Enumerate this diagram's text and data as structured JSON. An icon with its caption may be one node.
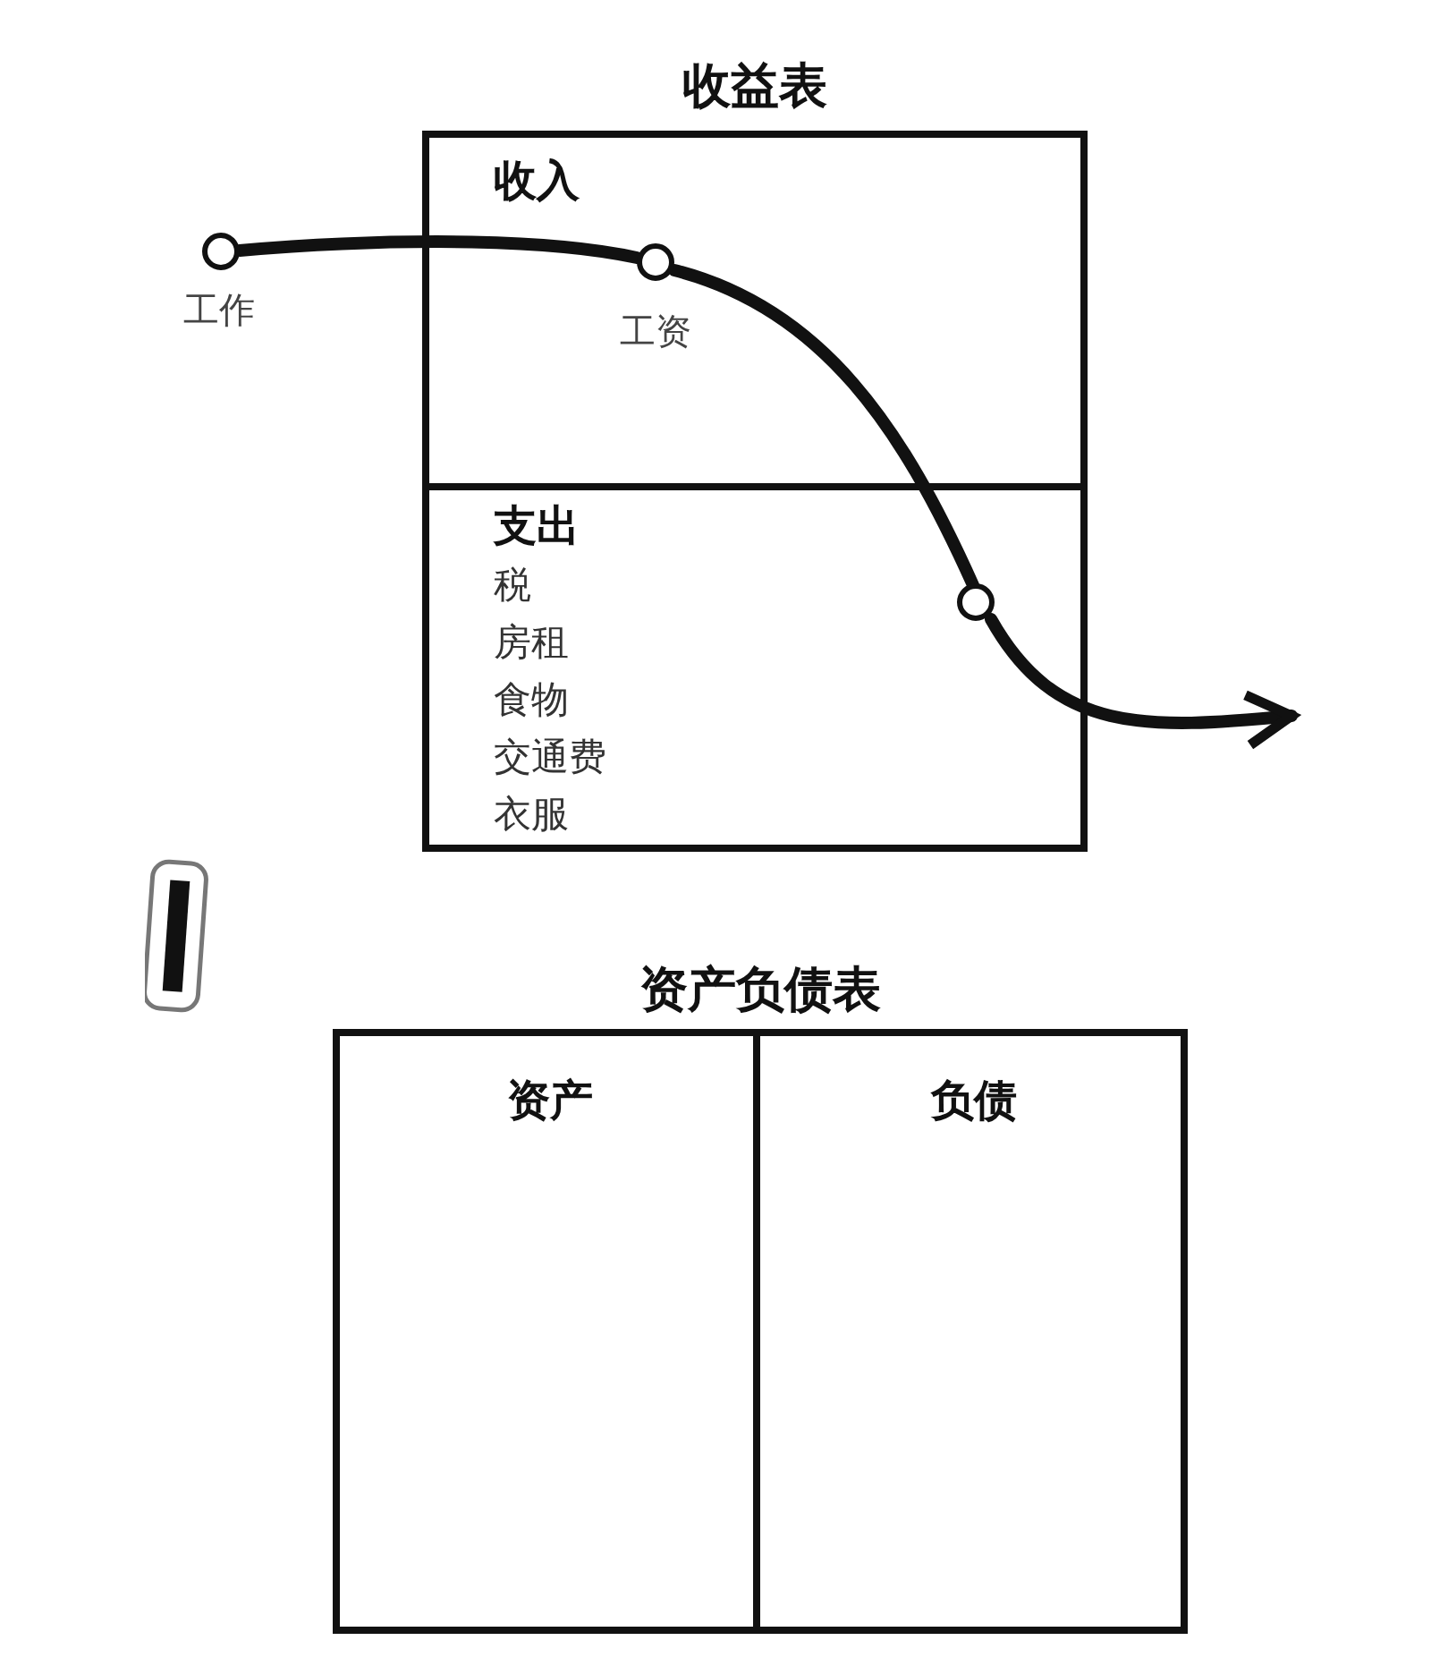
{
  "diagram": {
    "nodes": [
      {
        "text": [
          "收益表"
        ]
      },
      {
        "text": [
          "收入"
        ],
        "in": 0
      },
      {
        "text": [
          "支出",
          "税",
          "房租",
          "食物",
          "交通费",
          "衣服"
        ],
        "in": 0
      },
      {
        "text": [],
        "shape": "circle",
        "beside": [
          "工作"
        ]
      },
      {
        "text": [],
        "shape": "circle",
        "beside": [
          "工资"
        ],
        "in": 1
      },
      {
        "text": [],
        "shape": "circle",
        "in": 2
      },
      {
        "text": [
          "资产负债表"
        ]
      },
      {
        "text": [
          "资产"
        ],
        "in": 6
      },
      {
        "text": [
          "负债"
        ],
        "in": 6
      }
    ],
    "edges": [
      {
        "from": 3,
        "to": 4,
        "arrow": "none"
      },
      {
        "from": 4,
        "to": 5,
        "arrow": "none"
      },
      {
        "from": 5,
        "to": null,
        "arrow": "to"
      }
    ]
  }
}
